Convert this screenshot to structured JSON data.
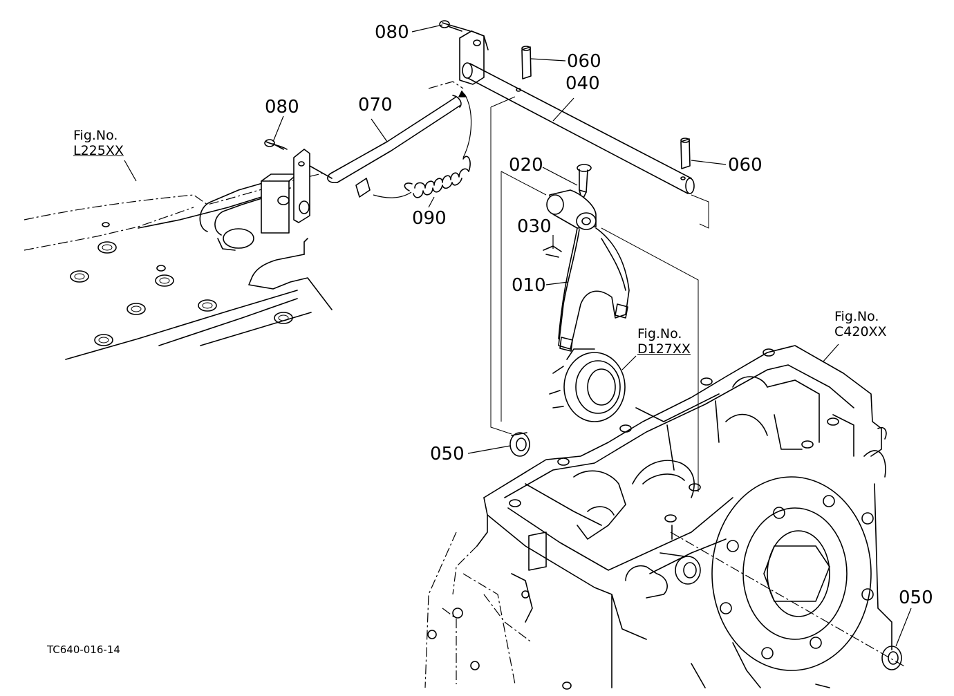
{
  "diagram": {
    "drawing_code": "TC640-016-14",
    "part_labels": {
      "p010": "010",
      "p020": "020",
      "p030": "030",
      "p040": "040",
      "p050_left": "050",
      "p050_right": "050",
      "p060_top": "060",
      "p060_right": "060",
      "p070": "070",
      "p080_top": "080",
      "p080_left": "080",
      "p090": "090"
    },
    "figure_refs": {
      "l225": {
        "line1": "Fig.No.",
        "line2": "L225XX"
      },
      "d127": {
        "line1": "Fig.No.",
        "line2": "D127XX"
      },
      "c420": {
        "line1": "Fig.No.",
        "line2": "C420XX"
      }
    }
  }
}
